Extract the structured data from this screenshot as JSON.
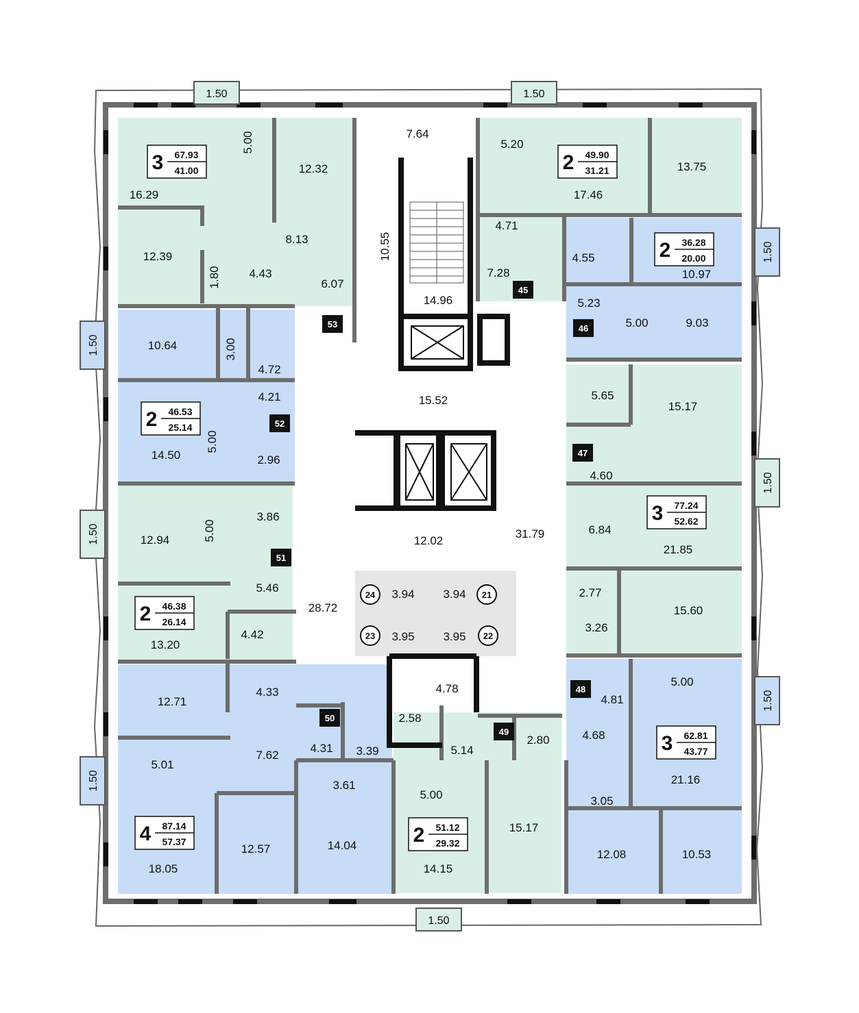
{
  "colors": {
    "green": "#d9efe6",
    "blue": "#c7dcf7",
    "storage": "#e6e6e6",
    "wall": "#6d6d6d",
    "badge": "#111111"
  },
  "balconies": [
    "1.50",
    "1.50",
    "1.50",
    "1.50",
    "1.50",
    "1.50",
    "1.50",
    "1.50"
  ],
  "apartments": [
    {
      "number": "53",
      "rooms": "3",
      "area_total": "67.93",
      "area_living": "41.00"
    },
    {
      "number": "45",
      "rooms": "2",
      "area_total": "49.90",
      "area_living": "31.21"
    },
    {
      "number": "46",
      "rooms": "2",
      "area_total": "36.28",
      "area_living": "20.00"
    },
    {
      "number": "52",
      "rooms": "2",
      "area_total": "46.53",
      "area_living": "25.14"
    },
    {
      "number": "47",
      "rooms": "3",
      "area_total": "77.24",
      "area_living": "52.62"
    },
    {
      "number": "51",
      "rooms": "2",
      "area_total": "46.38",
      "area_living": "26.14"
    },
    {
      "number": "48",
      "rooms": "3",
      "area_total": "62.81",
      "area_living": "43.77"
    },
    {
      "number": "50",
      "rooms": "4",
      "area_total": "87.14",
      "area_living": "57.37"
    },
    {
      "number": "49",
      "rooms": "2",
      "area_total": "51.12",
      "area_living": "29.32"
    }
  ],
  "storages": [
    "24",
    "21",
    "23",
    "22"
  ],
  "rooms": [
    "16.29",
    "5.00",
    "12.32",
    "12.39",
    "8.13",
    "1.80",
    "4.43",
    "6.07",
    "10.64",
    "3.00",
    "4.72",
    "4.21",
    "14.50",
    "5.00",
    "2.96",
    "12.94",
    "5.00",
    "3.86",
    "5.46",
    "13.20",
    "4.42",
    "12.71",
    "4.33",
    "7.62",
    "4.31",
    "3.39",
    "5.01",
    "3.61",
    "18.05",
    "12.57",
    "14.04",
    "7.64",
    "10.55",
    "14.96",
    "15.52",
    "12.02",
    "31.79",
    "28.72",
    "3.94",
    "3.94",
    "3.95",
    "3.95",
    "4.78",
    "2.58",
    "5.14",
    "2.80",
    "5.00",
    "14.15",
    "15.17",
    "5.20",
    "17.46",
    "13.75",
    "4.71",
    "7.28",
    "4.55",
    "10.97",
    "5.23",
    "5.00",
    "9.03",
    "5.65",
    "15.17",
    "4.60",
    "6.84",
    "21.85",
    "2.77",
    "15.60",
    "3.26",
    "5.00",
    "4.81",
    "4.68",
    "21.16",
    "3.05",
    "12.08",
    "10.53"
  ]
}
